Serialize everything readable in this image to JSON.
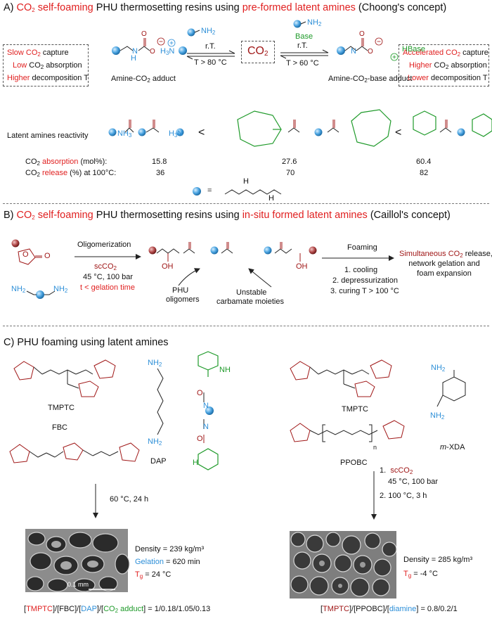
{
  "sectionA": {
    "prefix": "A)",
    "co2a": "CO",
    "co2b": "2",
    "selffoam": " self-foaming",
    "mid": " PHU thermosetting resins using ",
    "concept_red": "pre-formed latent amines",
    "concept_tail": " (Choong's concept)",
    "left_box": {
      "l1a": "Slow CO",
      "l1b": "2",
      "l1c": " capture",
      "l2a": "Low",
      "l2b": " CO",
      "l2c": "2",
      "l2d": " absorption",
      "l3a": "Higher",
      "l3b": " decomposition T"
    },
    "right_box": {
      "l1a": "Accelerated CO",
      "l1b": "2",
      "l1c": " capture",
      "l2a": "Higher",
      "l2b": " CO",
      "l2c": "2",
      "l2d": " absorption",
      "l3a": "Lower",
      "l3b": " decomposition T"
    },
    "amine_nh2": "NH",
    "amine_nh2_sub": "2",
    "rt1": "r.T.",
    "t80": "T > 80 °C",
    "co2_center_a": "CO",
    "co2_center_b": "2",
    "base": "Base",
    "rt2": "r.T.",
    "t60": "T > 60 °C",
    "adduct_left": "Amine-CO",
    "adduct_left_b": "2",
    "adduct_left_c": " adduct",
    "adduct_right": "Amine-CO",
    "adduct_right_b": "2",
    "adduct_right_c": "-base adduct",
    "hbase": "HBase",
    "h3n": "H",
    "h3n_sub": "3",
    "h3n_n": "N",
    "n_h": "N",
    "h_letter": "H",
    "reactivity_label": "Latent amines reactivity",
    "abs_label_a": "CO",
    "abs_label_b": "2",
    "abs_label_c": " absorption",
    "abs_label_d": " (mol%):",
    "rel_label_a": "CO",
    "rel_label_b": "2",
    "rel_label_c": " release",
    "rel_label_d": " (%) at 100°C:",
    "abs_values": [
      "15.8",
      "27.6",
      "60.4"
    ],
    "rel_values": [
      "36",
      "70",
      "82"
    ],
    "lt1": "<",
    "lt2": "<",
    "eq": "="
  },
  "sectionB": {
    "prefix": "B)",
    "co2a": "CO",
    "co2b": "2",
    "selffoam": " self-foaming",
    "mid": " PHU thermosetting resins using ",
    "concept_red": "in-situ formed latent amines",
    "concept_tail": " (Caillol's concept)",
    "oligomerization": "Oligomerization",
    "scco2": "scCO",
    "scco2_sub": "2",
    "cond1": "45 °C, 100 bar",
    "cond2": "t < gelation time",
    "phu_oligomers_1": "PHU",
    "phu_oligomers_2": "oligomers",
    "unstable_1": "Unstable",
    "unstable_2": "carbamate moieties",
    "foaming": "Foaming",
    "step1": "1. cooling",
    "step2": "2. depressurization",
    "step3": "3. curing T > 100 °C",
    "result_1a": "Simultaneous CO",
    "result_1b": "2",
    "result_1c": " release,",
    "result_2": "network gelation and",
    "result_3": "foam expansion",
    "oh": "OH"
  },
  "sectionC": {
    "title": "C) PHU foaming using latent amines",
    "tmptc_left": "TMPTC",
    "fbc": "FBC",
    "dap": "DAP",
    "nh2": "NH",
    "nh2_sub": "2",
    "tmptc_right": "TMPTC",
    "ppobc": "PPOBC",
    "n_sub": "n",
    "mxda_m": "m",
    "mxda_rest": "-XDA",
    "cond_left": "60 °C, 24 h",
    "cond_right_1": "1.",
    "cond_right_1b": "scCO",
    "cond_right_1c": "2",
    "cond_right_2": "45 °C, 100 bar",
    "cond_right_3": "2.  100 °C, 3 h",
    "left_density": "Density = 239 kg/m³",
    "left_gelation_a": "Gelation",
    "left_gelation_b": " = 620 min",
    "left_tg_a": "T",
    "left_tg_b": "g",
    "left_tg_c": " = 24 °C",
    "scale_bar": "0.1 mm",
    "right_density": "Density = 285 kg/m³",
    "right_tg_a": "T",
    "right_tg_b": "g",
    "right_tg_c": " = -4 °C",
    "left_ratio": {
      "b1": "[",
      "t1": "TMPTC",
      "b2": "]/[FBC]/[",
      "t2": "DAP",
      "b3": "]/[",
      "t3": "CO",
      "t3s": "2",
      "t4": " adduct",
      "b4": "] = 1/0.18/1.05/0.13"
    },
    "right_ratio": {
      "b1": "[",
      "t1": "TMPTC",
      "b2": "]/[",
      "t2": "PPOBC",
      "b3": "]/[",
      "t3": "diamine",
      "b4": "] = 0.8/0.2/1"
    }
  },
  "colors": {
    "red": "#e01f1f",
    "dark_red": "#a01818",
    "blue": "#2d8fd8",
    "green": "#1f9a2a",
    "sphere": "#4aa3e0"
  }
}
